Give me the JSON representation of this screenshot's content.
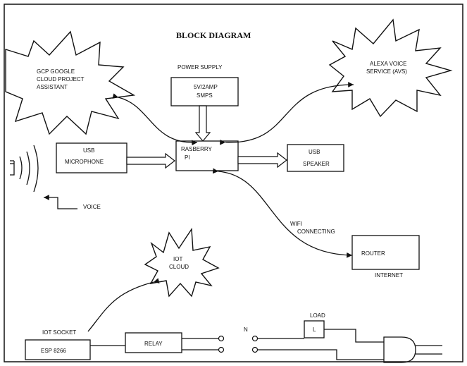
{
  "diagram": {
    "title": "BLOCK DIAGRAM",
    "gcp_cloud": [
      "GCP GOOGLE",
      "CLOUD PROJECT",
      "ASSISTANT"
    ],
    "alexa_cloud": [
      "ALEXA VOICE",
      "SERVICE (AVS)"
    ],
    "power_supply_label": "POWER SUPPLY",
    "smps_box": [
      "5V/2AMP",
      "SMPS"
    ],
    "usb_mic_box": [
      "USB",
      "MICROPHONE"
    ],
    "raspberry_box": [
      "RASBERRY",
      "PI"
    ],
    "usb_speaker_box": [
      "USB",
      "SPEAKER"
    ],
    "voice_label": "VOICE",
    "wifi_label": [
      "WIFI",
      "CONNECTING"
    ],
    "router_box": "ROUTER",
    "internet_label": "INTERNET",
    "iot_cloud": [
      "IOT",
      "CLOUD"
    ],
    "iot_socket_label": "IOT SOCKET",
    "esp_box": "ESP 8266",
    "relay_box": "RELAY",
    "n_label": "N",
    "load_label": "LOAD",
    "load_box": "L"
  }
}
